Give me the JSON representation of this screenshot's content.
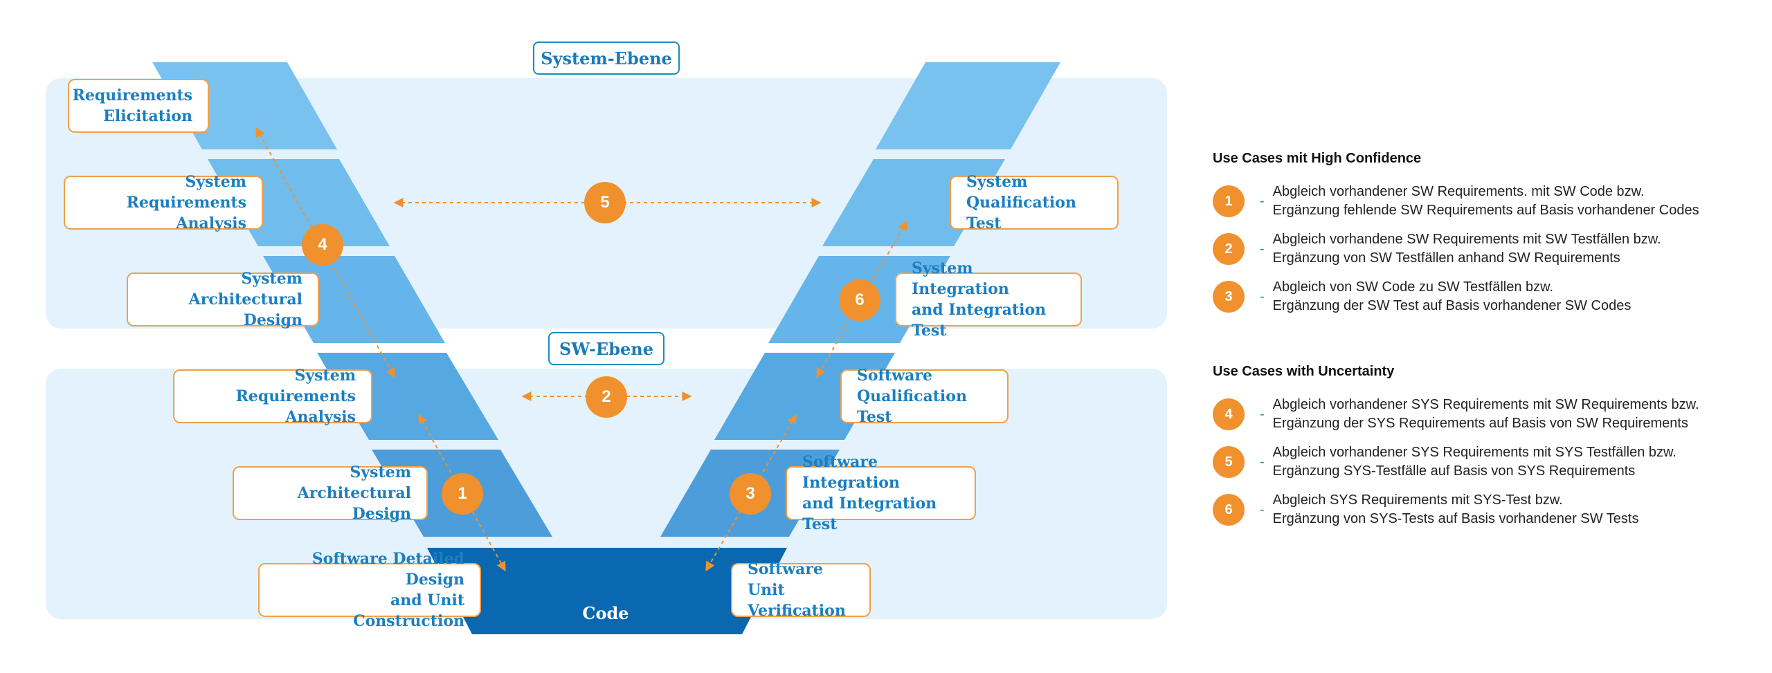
{
  "levels": {
    "system": "System-Ebene",
    "sw": "SW-Ebene"
  },
  "code": "Code",
  "left_stages": [
    {
      "l1": "Requirements",
      "l2": "Elicitation"
    },
    {
      "l1": "System Requirements",
      "l2": "Analysis"
    },
    {
      "l1": "System",
      "l2": "Architectural Design"
    },
    {
      "l1": "System Requirements",
      "l2": "Analysis"
    },
    {
      "l1": "System Architectural",
      "l2": "Design"
    },
    {
      "l1": "Software Detailed Design",
      "l2": "and Unit Construction"
    }
  ],
  "right_stages": [
    {
      "l1": "System",
      "l2": "Qualification Test"
    },
    {
      "l1": "System Integration",
      "l2": "and Integration Test"
    },
    {
      "l1": "Software",
      "l2": "Qualification Test"
    },
    {
      "l1": "Software Integration",
      "l2": "and Integration Test"
    },
    {
      "l1": "Software Unit",
      "l2": "Verification"
    }
  ],
  "markers": [
    "1",
    "2",
    "3",
    "4",
    "5",
    "6"
  ],
  "legend": {
    "high": {
      "title": "Use Cases mit High Confidence",
      "items": [
        {
          "num": "1",
          "l1": "Abgleich vorhandener SW Requirements. mit SW Code bzw.",
          "l2": "Ergänzung fehlende SW Requirements auf Basis vorhandener Codes"
        },
        {
          "num": "2",
          "l1": "Abgleich vorhandene SW Requirements mit SW Testfällen bzw.",
          "l2": "Ergänzung von SW Testfällen anhand SW Requirements"
        },
        {
          "num": "3",
          "l1": "Abgleich von SW Code zu SW Testfällen bzw.",
          "l2": "Ergänzung der SW Test auf Basis vorhandener SW Codes"
        }
      ]
    },
    "uncertain": {
      "title": "Use Cases with Uncertainty",
      "items": [
        {
          "num": "4",
          "l1": "Abgleich vorhandener SYS Requirements mit SW Requirements bzw.",
          "l2": "Ergänzung der SYS Requirements auf Basis von SW Requirements"
        },
        {
          "num": "5",
          "l1": "Abgleich vorhandener SYS Requirements mit SYS Testfällen bzw.",
          "l2": "Ergänzung SYS-Testfälle auf Basis von SYS Requirements"
        },
        {
          "num": "6",
          "l1": "Abgleich SYS Requirements mit SYS-Test bzw.",
          "l2": "Ergänzung von SYS-Tests auf Basis vorhandener SW Tests"
        }
      ]
    }
  },
  "colors": {
    "accent": "#f0912e",
    "band": "#e3f2fc",
    "text_blue": "#1b7fc0",
    "code_fill": "#0a68b0"
  }
}
